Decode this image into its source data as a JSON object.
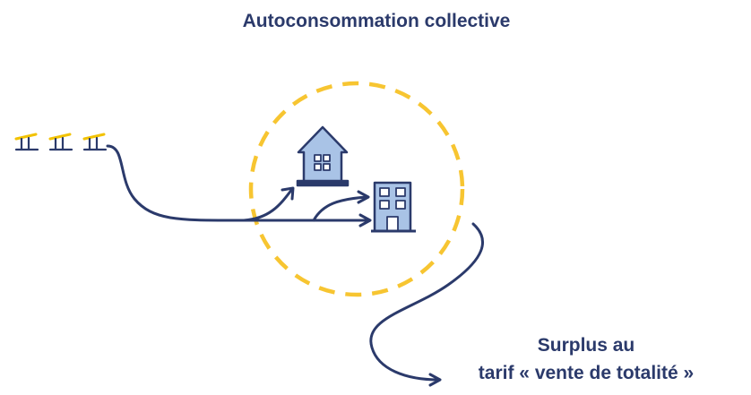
{
  "title": {
    "line1": "Autoconsommation",
    "line2": "collective"
  },
  "surplus": {
    "line1": "Surplus au",
    "line2": "tarif « vente de totalité »"
  },
  "colors": {
    "navy": "#2b3a6b",
    "circle": "#f7c531",
    "icon_fill": "#a9c3e6",
    "panel_yellow": "#f2c200"
  },
  "icons": [
    "solar-panel-icon",
    "house-icon",
    "office-building-icon"
  ]
}
